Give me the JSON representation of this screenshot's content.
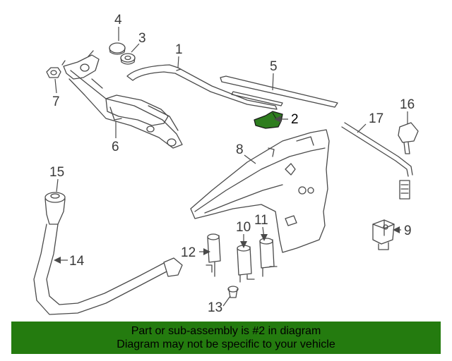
{
  "callouts": {
    "c1": "1",
    "c2": "2",
    "c3": "3",
    "c4": "4",
    "c5": "5",
    "c6": "6",
    "c7": "7",
    "c8": "8",
    "c9": "9",
    "c10": "10",
    "c11": "11",
    "c12": "12",
    "c13": "13",
    "c14": "14",
    "c15": "15",
    "c16": "16",
    "c17": "17"
  },
  "banner": {
    "line1": "Part or sub-assembly is #2 in diagram",
    "line2": "Diagram may not be specific to your vehicle"
  },
  "colors": {
    "highlight_part": "#2e7d1e",
    "banner_bg": "#247b0f",
    "line": "#4a4a4a"
  }
}
